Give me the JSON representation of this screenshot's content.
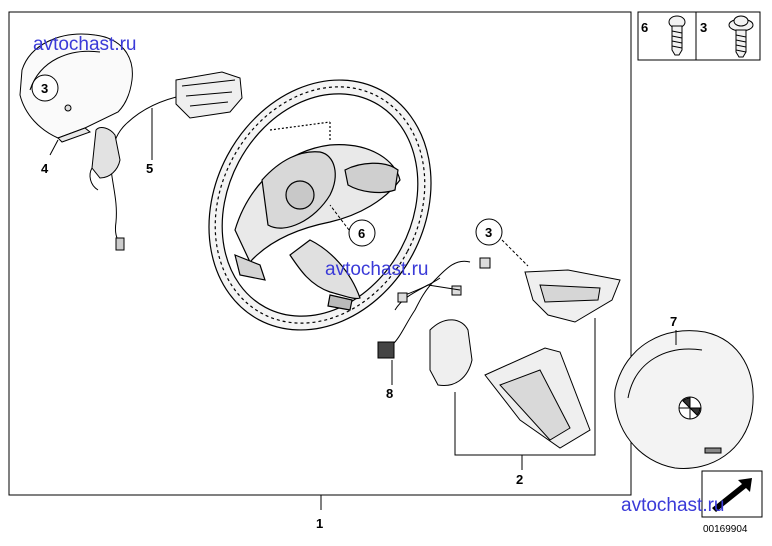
{
  "watermarks": [
    "avtochast.ru",
    "avtochast.ru",
    "avtochast.ru"
  ],
  "callouts": {
    "frame_label": "1",
    "cover_label": "2",
    "screw_label_a": "3",
    "shroud_label": "4",
    "harness_label": "5",
    "screw_label_b": "6",
    "airbag_label": "7",
    "wiring_label": "8"
  },
  "circled": {
    "shroud_screw": "3",
    "wheel_screw": "6",
    "trim_screw": "3"
  },
  "legend": {
    "screw_a": "6",
    "screw_b": "3"
  },
  "reference_number": "00169904"
}
